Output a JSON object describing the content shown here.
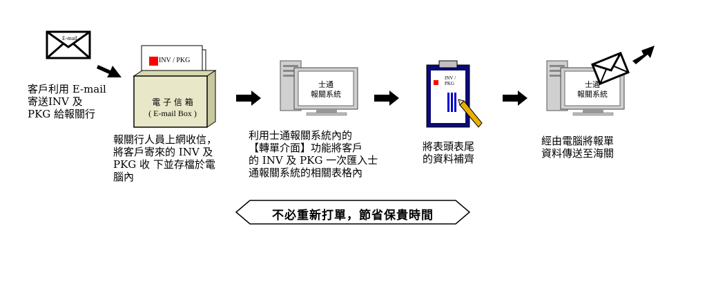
{
  "step1": {
    "envelope_label": "E-mail",
    "caption": "客戶利用 E-mail\n寄送INV 及\nPKG 給報關行"
  },
  "step2": {
    "paper_label": "INV / PKG",
    "box_title": "電 子 信 箱",
    "box_subtitle": "( E-mail Box )",
    "caption": "報關行人員上網收信，\n將客戶寄來的 INV 及\nPKG 收 下並存檔於電\n腦內"
  },
  "step3": {
    "screen_text": "士通\n報關系統",
    "caption": "利用士通報關系統內的\n【轉單介面】功能將客戶\n的 INV 及 PKG 一次匯入士\n通報關系統的相關表格內"
  },
  "step4": {
    "clipboard_label": "INV /\nPKG",
    "caption": "將表頭表尾\n的資料補齊"
  },
  "step5": {
    "screen_text": "士通\n報關系統",
    "caption": "經由電腦將報單\n資料傳送至海關"
  },
  "banner": {
    "text": "不必重新打單，節省保貴時間"
  },
  "colors": {
    "arrow": "#000000",
    "red_square": "#ff0000",
    "blue_bar": "#0000cc",
    "box_fill": "#e8e8c8",
    "navy": "#0a0a78"
  }
}
